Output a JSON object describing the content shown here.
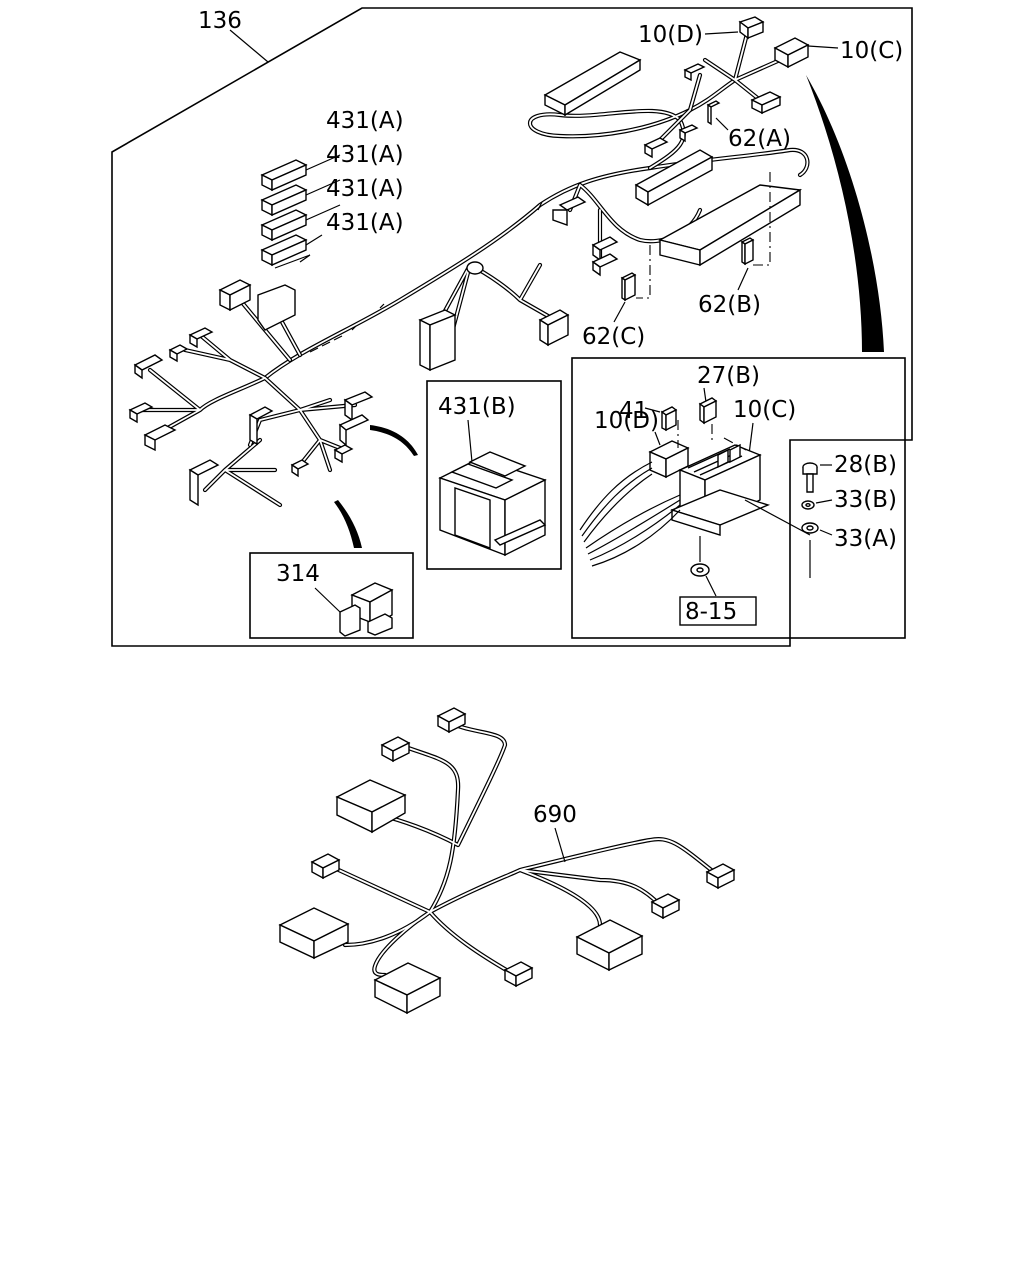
{
  "callouts": {
    "c136": "136",
    "c10d_top": "10(D)",
    "c10c_top": "10(C)",
    "c431a_1": "431(A)",
    "c431a_2": "431(A)",
    "c431a_3": "431(A)",
    "c431a_4": "431(A)",
    "c62a": "62(A)",
    "c62b": "62(B)",
    "c62c": "62(C)",
    "c431b": "431(B)",
    "c41": "41",
    "c27b": "27(B)",
    "c10d_det": "10(D)",
    "c10c_det": "10(C)",
    "c28b": "28(B)",
    "c33b": "33(B)",
    "c33a": "33(A)",
    "c314": "314",
    "c8_15": "8-15",
    "c690": "690"
  }
}
